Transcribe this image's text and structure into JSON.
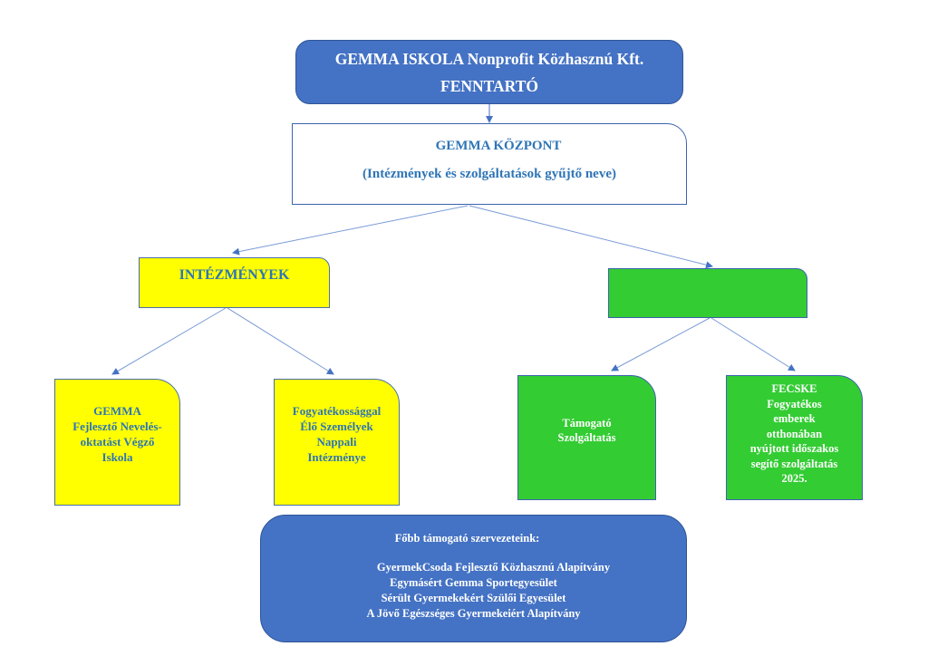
{
  "colors": {
    "blue": "#4472C4",
    "yellow": "#FFFF00",
    "green": "#33CC33",
    "text_blue": "#2E75B6",
    "connector": "#4472C4"
  },
  "maintainer": {
    "line1": "GEMMA ISKOLA Nonprofit Közhasznú Kft.",
    "line2": "FENNTARTÓ"
  },
  "center": {
    "title": "GEMMA KÖZPONT",
    "subtitle": "(Intézmények és szolgáltatások gyűjtő neve)"
  },
  "institutions": {
    "title": "INTÉZMÉNYEK",
    "children": [
      {
        "lines": [
          "GEMMA",
          "Fejlesztő Nevelés-",
          "oktatást Végző",
          "Iskola"
        ]
      },
      {
        "lines": [
          "Fogyatékossággal",
          "Élő Személyek",
          "Nappali",
          "Intézménye"
        ]
      }
    ]
  },
  "services": {
    "title": "",
    "children": [
      {
        "lines": [
          "Támogató",
          "Szolgáltatás"
        ]
      },
      {
        "lines": [
          "FECSKE",
          "Fogyatékos",
          "emberek",
          "otthonában",
          "nyújtott időszakos",
          "segítő szolgáltatás",
          "2025."
        ]
      }
    ]
  },
  "supporters": {
    "title": "Főbb támogató szervezeteink:",
    "organizations": [
      "GyermekCsoda Fejlesztő Közhasznú Alapítvány",
      "Egymásért Gemma Sportegyesület",
      "Sérült Gyermekekért Szülői Egyesület",
      "A Jövő Egészséges Gyermekeiért Alapítvány"
    ]
  }
}
